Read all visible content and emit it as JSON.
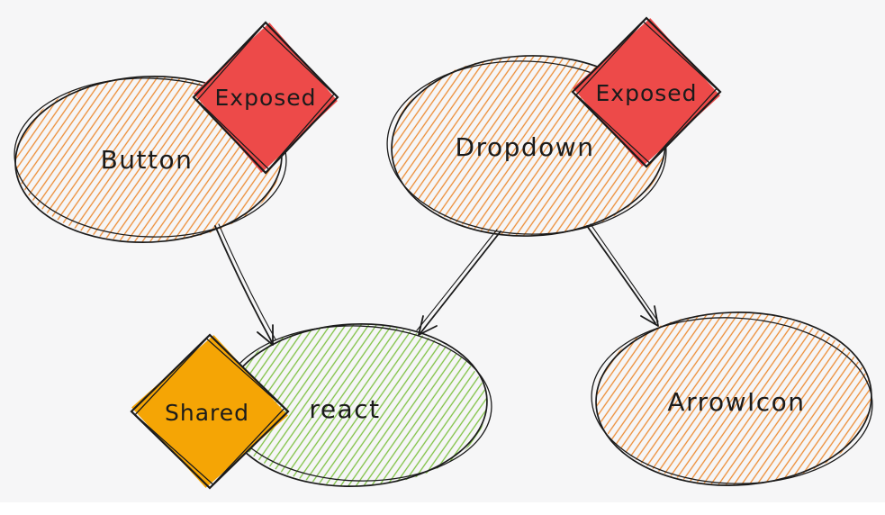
{
  "canvas": {
    "background": "#f6f6f7",
    "bottom_strip": "#ffffff"
  },
  "colors": {
    "node_orange": "#ec8c34",
    "node_green": "#7fc143",
    "outline": "#1b1b1b",
    "badge_exposed": "#ed4a49",
    "badge_shared": "#f5a505"
  },
  "nodes": [
    {
      "id": "button",
      "label": "Button",
      "shape": "ellipse",
      "fill": "orange-hachure"
    },
    {
      "id": "dropdown",
      "label": "Dropdown",
      "shape": "ellipse",
      "fill": "orange-hachure"
    },
    {
      "id": "react",
      "label": "react",
      "shape": "ellipse",
      "fill": "green-hachure"
    },
    {
      "id": "arrow_icon",
      "label": "ArrowIcon",
      "shape": "ellipse",
      "fill": "orange-hachure"
    }
  ],
  "badges": [
    {
      "label": "Exposed",
      "attached_to": "Button",
      "shape": "diamond",
      "color": "#ed4a49"
    },
    {
      "label": "Exposed",
      "attached_to": "Dropdown",
      "shape": "diamond",
      "color": "#ed4a49"
    },
    {
      "label": "Shared",
      "attached_to": "react",
      "shape": "diamond",
      "color": "#f5a505"
    }
  ],
  "edges": [
    {
      "from": "Button",
      "to": "react"
    },
    {
      "from": "Dropdown",
      "to": "react"
    },
    {
      "from": "Dropdown",
      "to": "ArrowIcon"
    }
  ]
}
